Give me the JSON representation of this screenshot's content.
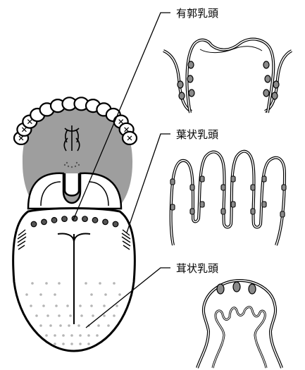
{
  "labels": {
    "circumvallate": "有郭乳頭",
    "foliate": "葉状乳頭",
    "fungiform": "茸状乳頭"
  },
  "colors": {
    "outline": "#000000",
    "palate_fill": "#9e9e9e",
    "taste_bud_fill": "#8a8a8a",
    "papilla_dot": "#555555",
    "fungiform_dot": "#b5b5b5",
    "background": "#ffffff"
  }
}
